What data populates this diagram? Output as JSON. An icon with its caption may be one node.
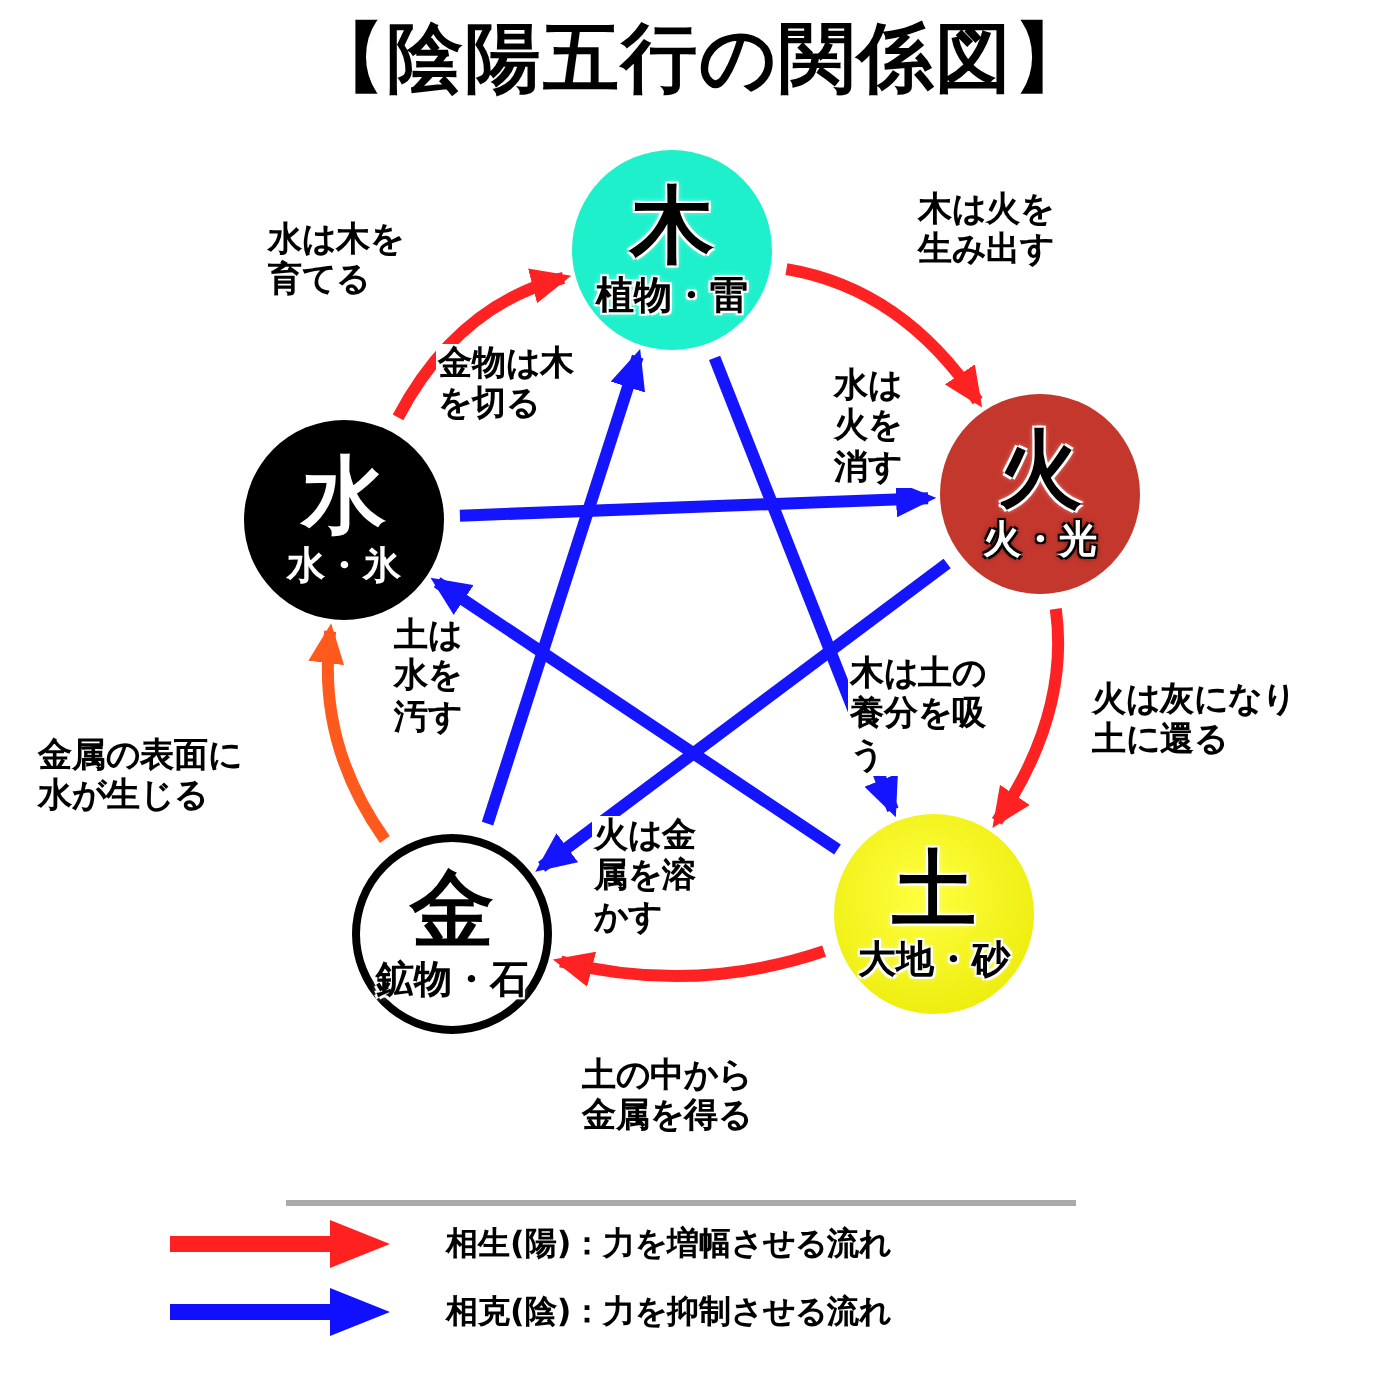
{
  "diagram": {
    "title": "【陰陽五行の関係図】",
    "nodes": [
      {
        "text": [
          "木",
          "植物・雷"
        ]
      },
      {
        "text": [
          "火",
          "火・光"
        ]
      },
      {
        "text": [
          "土",
          "大地・砂"
        ]
      },
      {
        "text": [
          "金",
          "鉱物・石"
        ]
      },
      {
        "text": [
          "水",
          "水・氷"
        ]
      }
    ],
    "edges": [
      {
        "from": 0,
        "to": 1,
        "arrow": "to",
        "label": "木は火を生み出す",
        "color": "#ff2222"
      },
      {
        "from": 1,
        "to": 2,
        "arrow": "to",
        "label": "火は灰になり土に還る",
        "color": "#ff2222"
      },
      {
        "from": 2,
        "to": 3,
        "arrow": "to",
        "label": "土の中から金属を得る",
        "color": "#ff2222"
      },
      {
        "from": 3,
        "to": 4,
        "arrow": "to",
        "label": "金属の表面に水が生じる",
        "color": "#ff5a1e"
      },
      {
        "from": 4,
        "to": 0,
        "arrow": "to",
        "label": "水は木を育てる",
        "color": "#ff2222"
      },
      {
        "from": 4,
        "to": 1,
        "arrow": "to",
        "label": "水は火を消す",
        "color": "#1414ff"
      },
      {
        "from": 1,
        "to": 3,
        "arrow": "to",
        "label": "火は金属を溶かす",
        "color": "#1414ff"
      },
      {
        "from": 3,
        "to": 0,
        "arrow": "to",
        "label": "金物は木を切る",
        "color": "#1414ff"
      },
      {
        "from": 0,
        "to": 2,
        "arrow": "to",
        "label": "木は土の養分を吸う",
        "color": "#1414ff"
      },
      {
        "from": 2,
        "to": 4,
        "arrow": "to",
        "label": "土は水を汚す",
        "color": "#1414ff"
      }
    ],
    "legend": [
      {
        "text": "相生(陽)：力を増幅させる流れ"
      },
      {
        "text": "相克(陰)：力を抑制させる流れ"
      }
    ]
  }
}
